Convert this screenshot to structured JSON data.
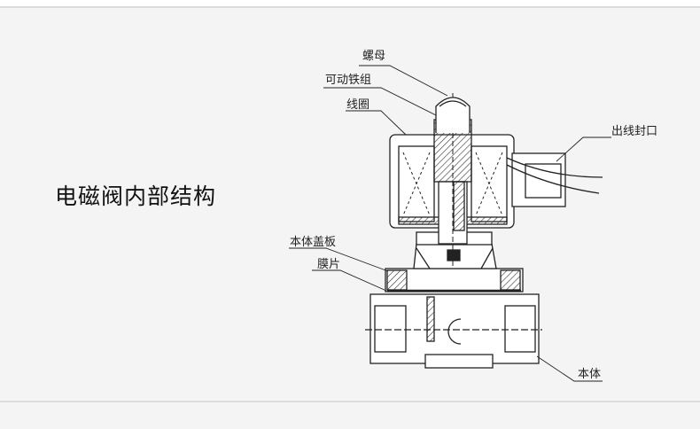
{
  "title": "电磁阀内部结构",
  "labels": {
    "nut": "螺母",
    "armature": "可动铁组",
    "coil": "线圈",
    "cable_seal": "出线封口",
    "bonnet": "本体盖板",
    "diaphragm": "膜片",
    "body": "本体"
  }
}
